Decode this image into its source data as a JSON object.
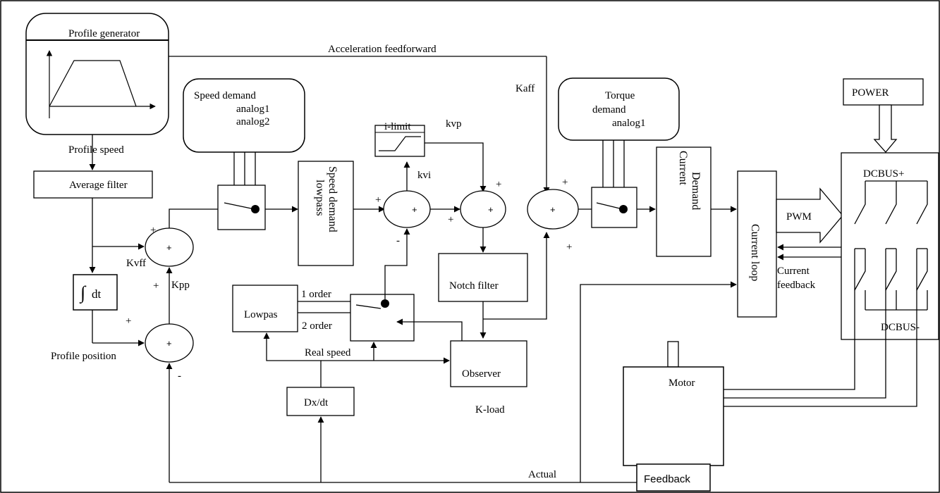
{
  "labels": {
    "profile_generator": "Profile generator",
    "acceleration_feedforward": "Acceleration feedforward",
    "kaff": "Kaff",
    "profile_speed": "Profile speed",
    "average_filter": "Average filter",
    "speed_demand_l1": "Speed demand",
    "speed_demand_l2": "analog1",
    "speed_demand_l3": "analog2",
    "speed_demand_lowpass_l1": "Speed demand",
    "speed_demand_lowpass_l2": "lowpass",
    "i_limit": "i-limit",
    "kvp": "kvp",
    "kvi": "kvi",
    "torque_demand_l1": "Torque",
    "torque_demand_l2": "demand",
    "torque_demand_l3": "analog1",
    "current_demand_l1": "Current",
    "current_demand_l2": "Demand",
    "power": "POWER",
    "dcbus_plus": "DCBUS+",
    "dcbus_minus": "DCBUS-",
    "pwm": "PWM",
    "current_loop": "Current loop",
    "current_feedback_l1": "Current",
    "current_feedback_l2": "feedback",
    "kvff": "Kvff",
    "kpp": "Kpp",
    "integrator": "dt",
    "integral_sign": "∫",
    "profile_position": "Profile position",
    "lowpass": "Lowpas",
    "order1": "1 order",
    "order2": "2 order",
    "real_speed": "Real speed",
    "notch_filter": "Notch filter",
    "observer": "Observer",
    "dxdt": "Dx/dt",
    "k_load": "K-load",
    "motor": "Motor",
    "feedback": "Feedback",
    "actual": "Actual",
    "sum_plus": "+",
    "sign_plus": "+",
    "sign_minus": "-"
  }
}
